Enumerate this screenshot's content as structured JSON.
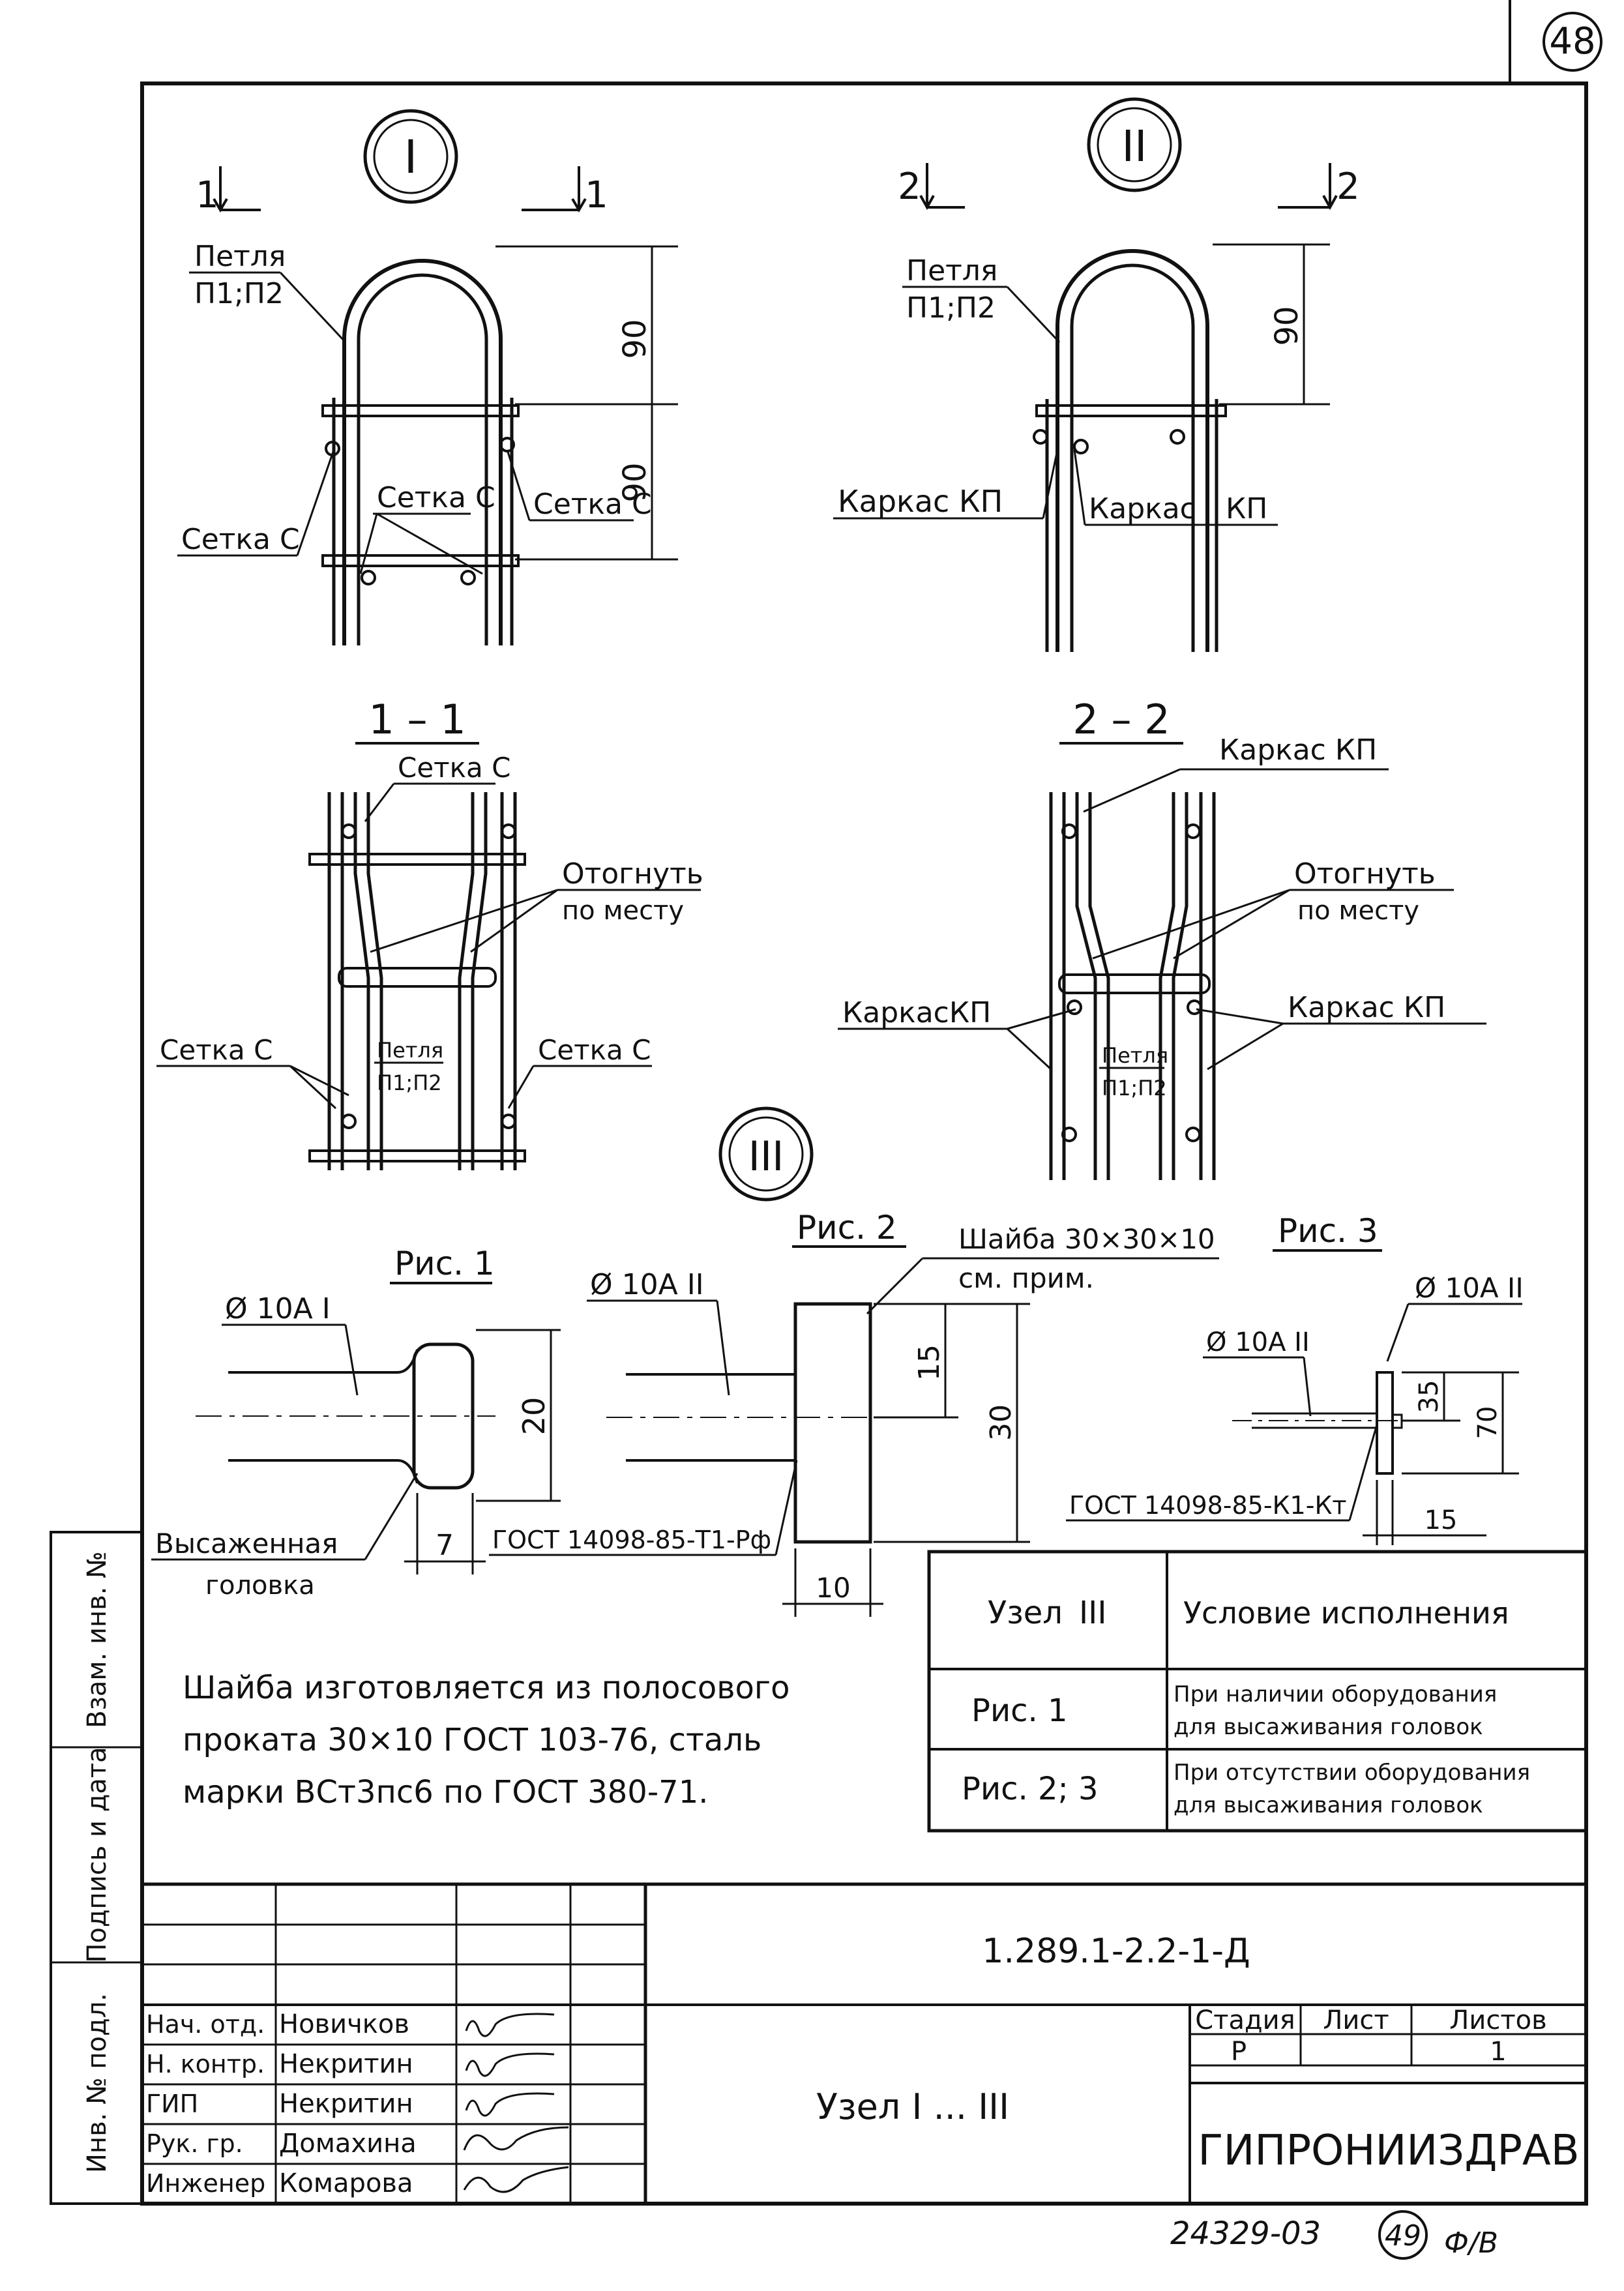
{
  "page_number": "48",
  "views": {
    "node1": {
      "label": "I",
      "section_left": "1",
      "section_right": "1",
      "loop_label": "Петля",
      "loop_marks": "П1;П2",
      "dim_top": "90",
      "dim_bottom": "90",
      "mesh_left": "Сетка С",
      "mesh_mid": "Сетка С",
      "mesh_right": "Сетка С"
    },
    "node2": {
      "label": "II",
      "section_left": "2",
      "section_right": "2",
      "loop_label": "Петля",
      "loop_marks": "П1;П2",
      "dim_top": "90",
      "frame_left": "Каркас КП",
      "frame_right_a": "Каркас",
      "frame_right_b": "КП"
    },
    "section11": {
      "title": "1 – 1",
      "mesh_top": "Сетка С",
      "bend_line1": "Отогнуть",
      "bend_line2": "по месту",
      "mesh_left": "Сетка С",
      "mesh_right": "Сетка С",
      "loop_label": "Петля",
      "loop_marks": "П1;П2"
    },
    "section22": {
      "title": "2 – 2",
      "frame_top": "Каркас КП",
      "bend_line1": "Отогнуть",
      "bend_line2": "по месту",
      "frame_left": "КаркасКП",
      "frame_right": "Каркас КП",
      "loop_label": "Петля",
      "loop_marks": "П1;П2"
    },
    "node3": {
      "label": "III"
    },
    "fig1": {
      "title": "Рис. 1",
      "bar": "Ø 10А I",
      "dim_height": "20",
      "dim_width": "7",
      "upset_line1": "Высаженная",
      "upset_line2": "головка"
    },
    "fig2": {
      "title": "Рис. 2",
      "bar": "Ø 10А II",
      "washer_line1": "Шайба 30×30×10",
      "washer_line2": "см. прим.",
      "dim_half": "15",
      "dim_full": "30",
      "dim_thick": "10",
      "gost": "ГОСТ 14098-85-Т1-Рф"
    },
    "fig3": {
      "title": "Рис. 3",
      "bar_top": "Ø 10А II",
      "bar_left": "Ø 10А II",
      "dim_35": "35",
      "dim_70": "70",
      "dim_15": "15",
      "gost": "ГОСТ 14098-85-К1-Кт"
    }
  },
  "note": {
    "line1": "Шайба изготовляется из полосового",
    "line2": "проката 30×10 ГОСТ 103-76, сталь",
    "line3": "марки ВСт3пс6 по ГОСТ 380-71."
  },
  "condition_table": {
    "header_node": "Узел",
    "header_node_num": "III",
    "header_condition": "Условие исполнения",
    "rows": [
      {
        "figure": "Рис. 1",
        "line1": "При наличии оборудования",
        "line2": "для высаживания головок"
      },
      {
        "figure": "Рис. 2; 3",
        "line1": "При отсутствии оборудования",
        "line2": "для высаживания головок"
      }
    ]
  },
  "side_stamp": {
    "cell1": "Инв. № подл.",
    "cell2": "Подпись и дата",
    "cell3": "Взам. инв. №"
  },
  "title_block": {
    "doc_code": "1.289.1-2.2-1-Д",
    "title": "Узел I ... III",
    "roles": [
      {
        "role": "Нач. отд.",
        "name": "Новичков"
      },
      {
        "role": "Н. контр.",
        "name": "Некритин"
      },
      {
        "role": "ГИП",
        "name": "Некритин"
      },
      {
        "role": "Рук. гр.",
        "name": "Домахина"
      },
      {
        "role": "Инженер",
        "name": "Комарова"
      }
    ],
    "stage_header": "Стадия",
    "sheet_header": "Лист",
    "sheets_header": "Листов",
    "stage": "Р",
    "sheet": "",
    "sheets": "1",
    "organization": "ГИПРОНИИЗДРАВ"
  },
  "footer": {
    "archive_number": "24329-03",
    "next_page": "49",
    "initials": "Ф/В"
  }
}
